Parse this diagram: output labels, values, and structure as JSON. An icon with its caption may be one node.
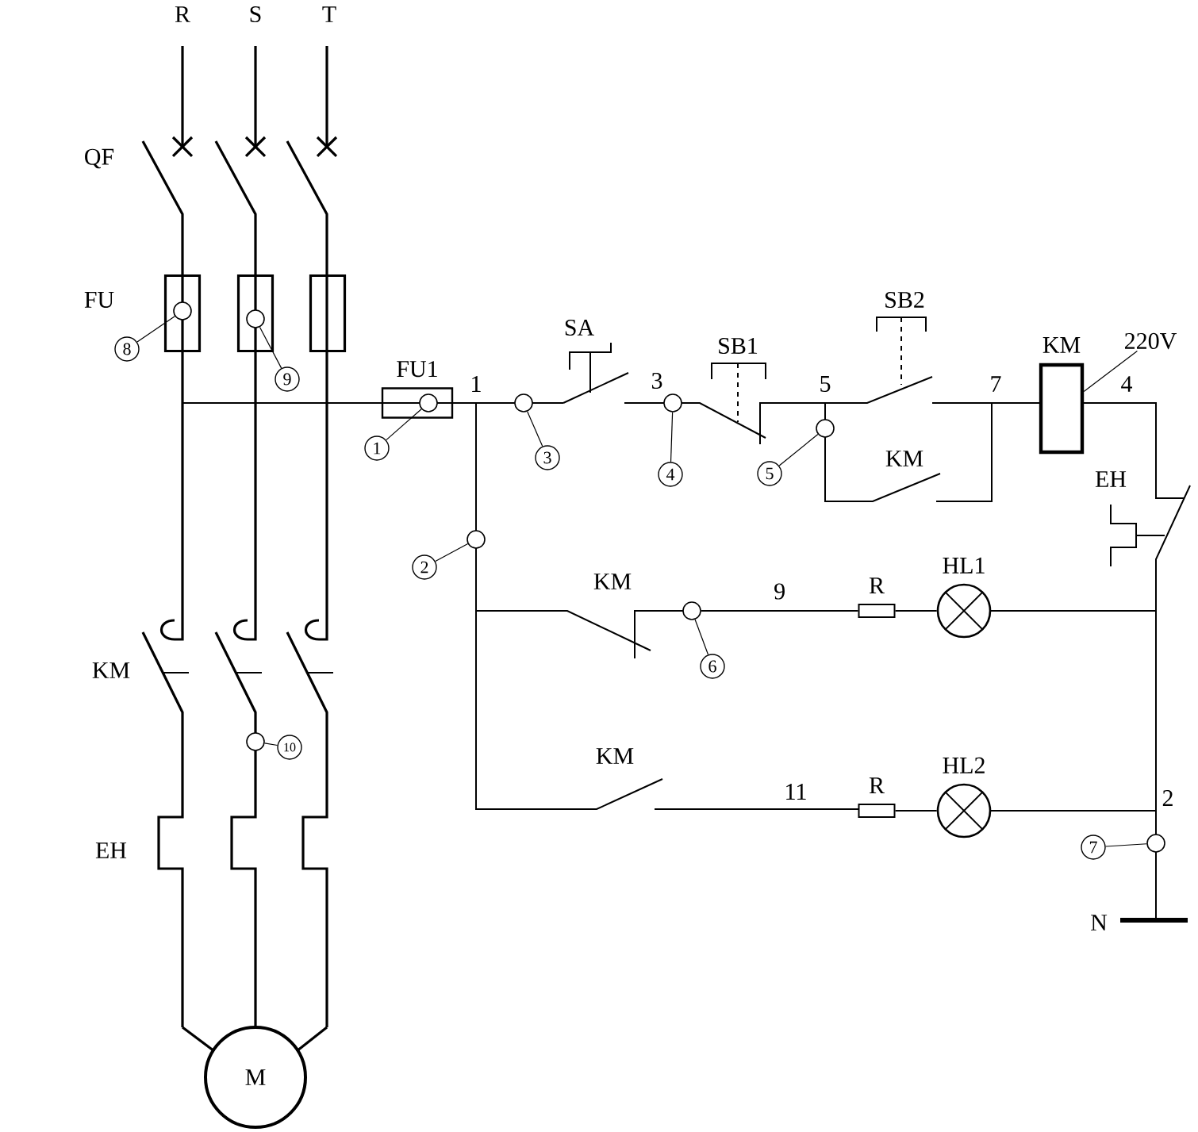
{
  "diagram": {
    "nodes": [
      {
        "text": [],
        "shape": "box"
      },
      {
        "text": [],
        "shape": "circle",
        "in": 0
      },
      {
        "text": [],
        "shape": "box"
      },
      {
        "text": [],
        "shape": "circle",
        "in": 2
      },
      {
        "text": [],
        "shape": "box"
      },
      {
        "text": [
          "8"
        ]
      },
      {
        "text": [
          "9"
        ]
      },
      {
        "text": [
          "FU1"
        ]
      },
      {
        "text": [],
        "shape": "circle",
        "in": 7
      },
      {
        "text": [
          "1"
        ]
      },
      {
        "text": [],
        "shape": "circle"
      },
      {
        "text": [
          "3"
        ]
      },
      {
        "text": [],
        "shape": "circle"
      },
      {
        "text": [
          "4"
        ]
      },
      {
        "text": [],
        "shape": "circle"
      },
      {
        "text": [
          "5"
        ]
      },
      {
        "text": [
          "KM"
        ]
      },
      {
        "text": [
          "220V"
        ]
      },
      {
        "text": [],
        "shape": "circle"
      },
      {
        "text": [
          "2"
        ]
      },
      {
        "text": [],
        "shape": "circle"
      },
      {
        "text": [
          "6"
        ]
      },
      {
        "text": [
          "R"
        ]
      },
      {
        "text": [
          "HL1"
        ]
      },
      {
        "text": [
          "R"
        ]
      },
      {
        "text": [
          "HL2"
        ]
      },
      {
        "text": [],
        "shape": "circle"
      },
      {
        "text": [
          "10"
        ]
      },
      {
        "text": [],
        "shape": "circle"
      },
      {
        "text": [
          "7"
        ]
      },
      {
        "text": [
          "M"
        ]
      }
    ],
    "edges": [
      {
        "from": 5,
        "to": 1,
        "arrow": "none"
      },
      {
        "from": 6,
        "to": 3,
        "arrow": "none"
      },
      {
        "from": 9,
        "to": 8,
        "arrow": "none"
      },
      {
        "from": 11,
        "to": 10,
        "arrow": "none"
      },
      {
        "from": 13,
        "to": 12,
        "arrow": "none"
      },
      {
        "from": 15,
        "to": 14,
        "arrow": "none"
      },
      {
        "from": 17,
        "to": 16,
        "arrow": "none"
      },
      {
        "from": 19,
        "to": 18,
        "arrow": "none"
      },
      {
        "from": 21,
        "to": 20,
        "arrow": "none"
      },
      {
        "from": 27,
        "to": 26,
        "arrow": "none"
      },
      {
        "from": 29,
        "to": 28,
        "arrow": "none"
      },
      {
        "from": 20,
        "to": 22,
        "arrow": "none",
        "label": "9"
      },
      {
        "from": 22,
        "to": 23,
        "arrow": "none"
      },
      {
        "from": 24,
        "to": 25,
        "arrow": "none"
      }
    ],
    "labels": [
      "R",
      "S",
      "T",
      "QF",
      "FU",
      "SB2",
      "SA",
      "SB1",
      "1",
      "3",
      "5",
      "7",
      "4",
      "KM",
      "EH",
      "KM",
      "KM",
      "KM",
      "11",
      "2",
      "EH",
      "N"
    ]
  }
}
